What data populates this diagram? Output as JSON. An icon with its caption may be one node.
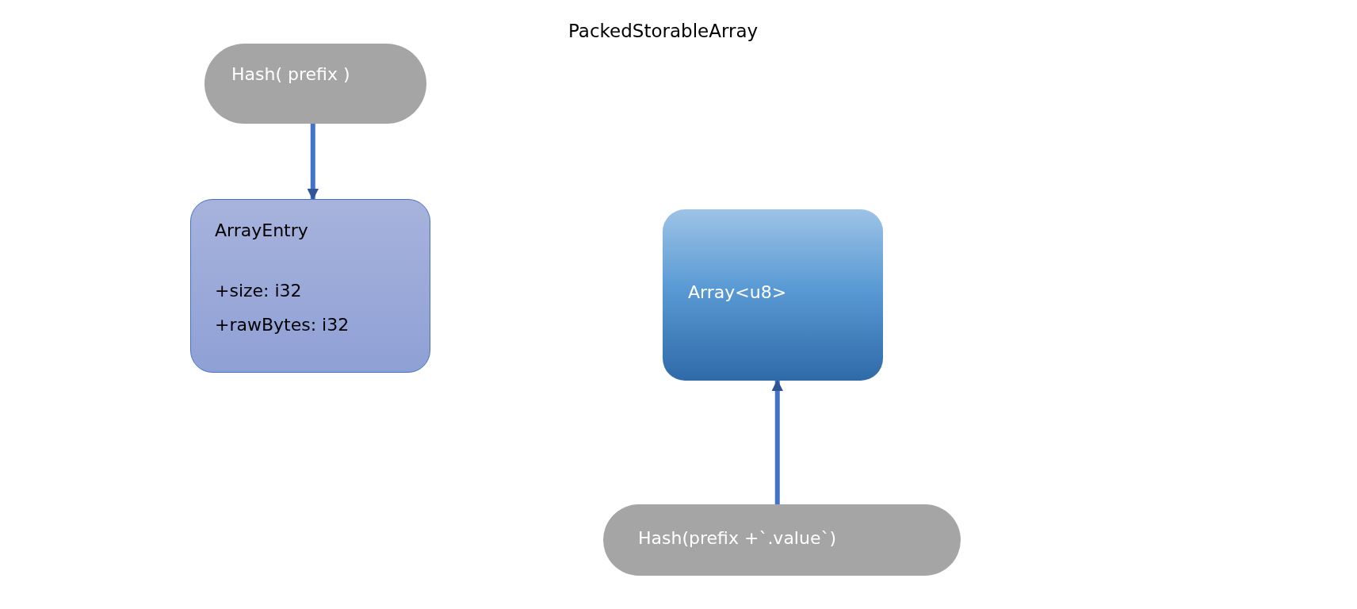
{
  "diagram": {
    "title": "PackedStorableArray",
    "nodes": [
      {
        "text": [
          "Hash( prefix )"
        ]
      },
      {
        "text": [
          "ArrayEntry",
          "+size: i32",
          "+rawBytes: i32"
        ]
      },
      {
        "text": [
          "Array<u8>"
        ]
      },
      {
        "text": [
          "Hash(prefix +`.value`)"
        ]
      }
    ],
    "edges": [
      {
        "from": 0,
        "to": 1,
        "arrow": "to"
      },
      {
        "from": 3,
        "to": 2,
        "arrow": "to"
      }
    ]
  }
}
